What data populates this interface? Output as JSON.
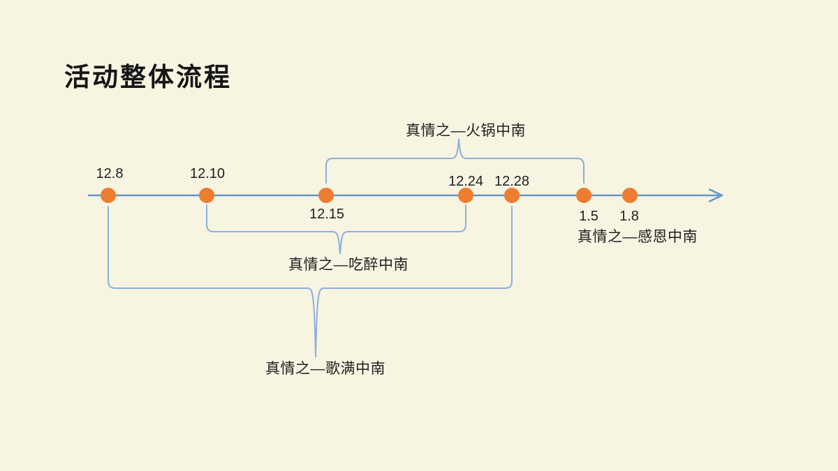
{
  "slide": {
    "title": "活动整体流程"
  },
  "timeline": {
    "dates": [
      "12.8",
      "12.10",
      "12.15",
      "12.24",
      "12.28",
      "1.5",
      "1.8"
    ],
    "events": [
      {
        "name": "真情之—火锅中南",
        "from": "12.15",
        "to": "1.5",
        "side": "above"
      },
      {
        "name": "真情之—吃醉中南",
        "from": "12.10",
        "to": "12.24",
        "side": "below"
      },
      {
        "name": "真情之—歌满中南",
        "from": "12.8",
        "to": "12.28",
        "side": "below"
      },
      {
        "name": "真情之—感恩中南",
        "from": "1.5",
        "to": "1.8",
        "side": "below"
      }
    ]
  },
  "colors": {
    "dot": "#ED7D31",
    "line": "#6096CC",
    "brace": "#8AB0DC",
    "background": "#F7F4E2",
    "text": "#1F1F1F"
  }
}
